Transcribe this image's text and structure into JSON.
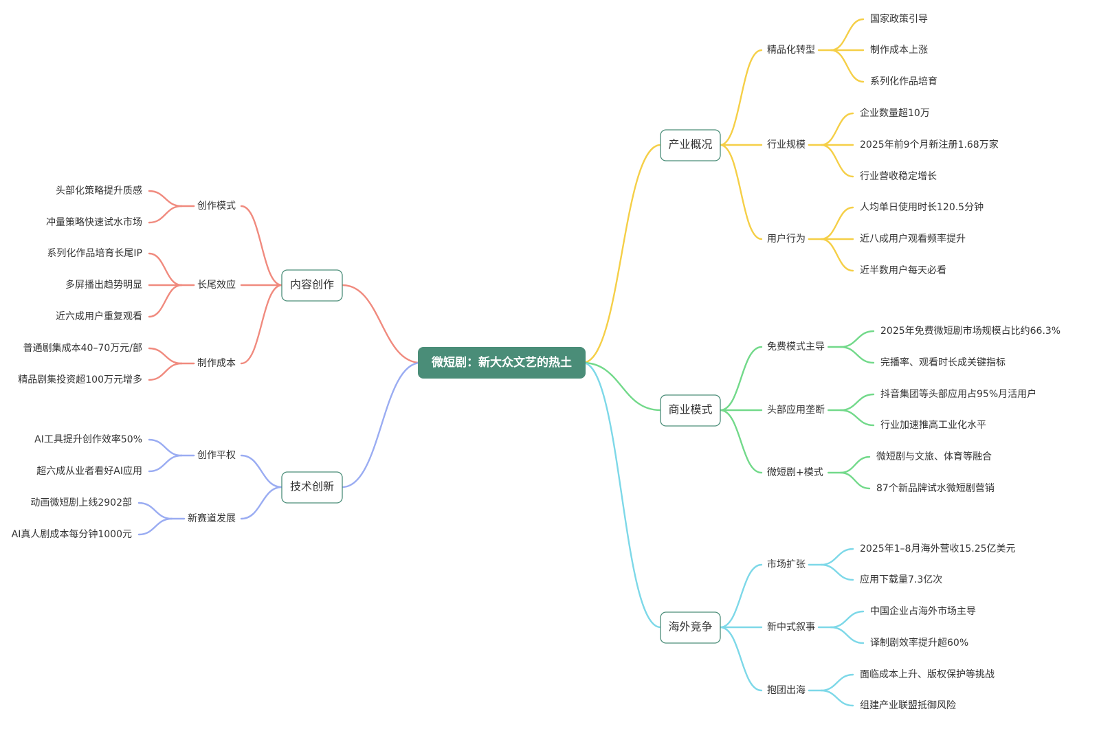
{
  "root": {
    "label": "微短剧：新大众文艺的热土",
    "color": "#4a8d78"
  },
  "branches": [
    {
      "label": "产业概况",
      "color": "#f5cf47",
      "children": [
        {
          "label": "精品化转型",
          "children": [
            "国家政策引导",
            "制作成本上涨",
            "系列化作品培育"
          ]
        },
        {
          "label": "行业规模",
          "children": [
            "企业数量超10万",
            "2025年前9个月新注册1.68万家",
            "行业营收稳定增长"
          ]
        },
        {
          "label": "用户行为",
          "children": [
            "人均单日使用时长120.5分钟",
            "近八成用户观看频率提升",
            "近半数用户每天必看"
          ]
        }
      ]
    },
    {
      "label": "商业模式",
      "color": "#72d98a",
      "children": [
        {
          "label": "免费模式主导",
          "children": [
            "2025年免费微短剧市场规模占比约66.3%",
            "完播率、观看时长成关键指标"
          ]
        },
        {
          "label": "头部应用垄断",
          "children": [
            "抖音集团等头部应用占95%月活用户",
            "行业加速推高工业化水平"
          ]
        },
        {
          "label": "微短剧+模式",
          "children": [
            "微短剧与文旅、体育等融合",
            "87个新品牌试水微短剧营销"
          ]
        }
      ]
    },
    {
      "label": "海外竞争",
      "color": "#7dd8e8",
      "children": [
        {
          "label": "市场扩张",
          "children": [
            "2025年1–8月海外营收15.25亿美元",
            "应用下载量7.3亿次"
          ]
        },
        {
          "label": "新中式叙事",
          "children": [
            "中国企业占海外市场主导",
            "译制剧效率提升超60%"
          ]
        },
        {
          "label": "抱团出海",
          "children": [
            "面临成本上升、版权保护等挑战",
            "组建产业联盟抵御风险"
          ]
        }
      ]
    },
    {
      "label": "内容创作",
      "color": "#f08a7e",
      "children": [
        {
          "label": "创作模式",
          "children": [
            "头部化策略提升质感",
            "冲量策略快速试水市场"
          ]
        },
        {
          "label": "长尾效应",
          "children": [
            "系列化作品培育长尾IP",
            "多屏播出趋势明显",
            "近六成用户重复观看"
          ]
        },
        {
          "label": "制作成本",
          "children": [
            "普通剧集成本40–70万元/部",
            "精品剧集投资超100万元增多"
          ]
        }
      ]
    },
    {
      "label": "技术创新",
      "color": "#9aacf2",
      "children": [
        {
          "label": "创作平权",
          "children": [
            "AI工具提升创作效率50%",
            "超六成从业者看好AI应用"
          ]
        },
        {
          "label": "新赛道发展",
          "children": [
            "动画微短剧上线2902部",
            "AI真人剧成本每分钟1000元"
          ]
        }
      ]
    }
  ]
}
